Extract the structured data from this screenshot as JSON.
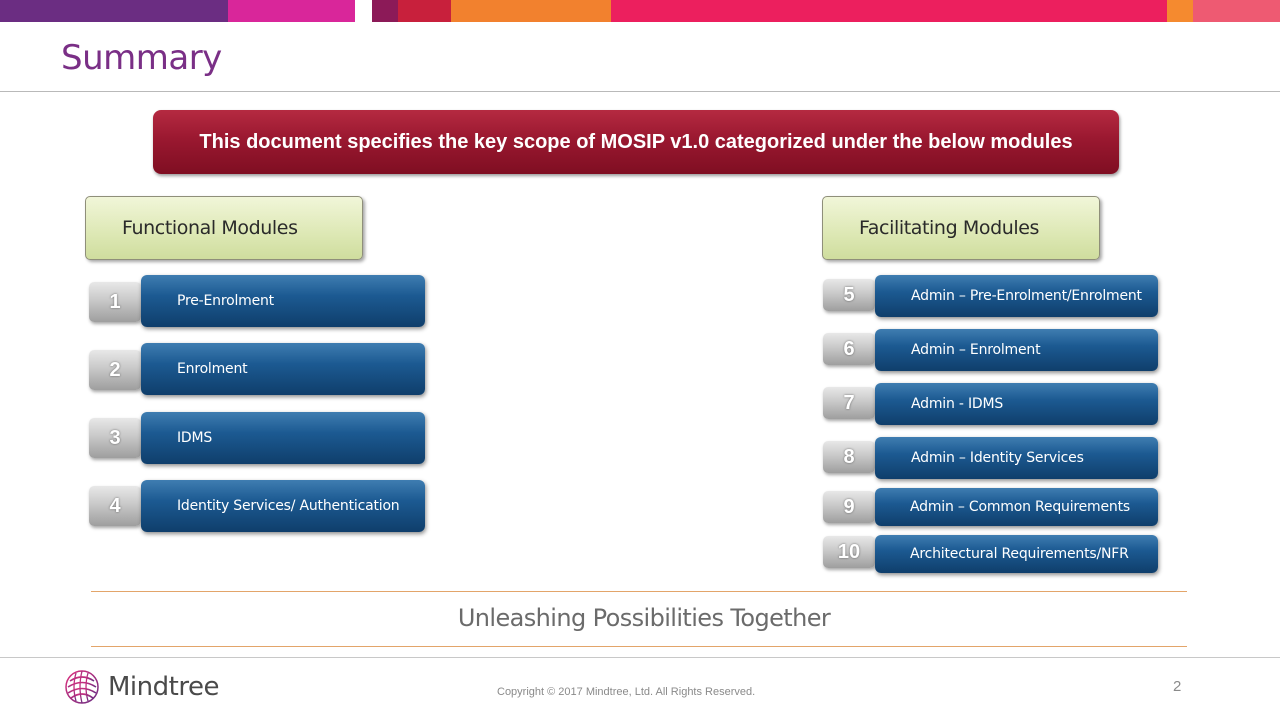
{
  "slide": {
    "title": "Summary",
    "banner_text": "This document specifies the key scope of MOSIP  v1.0 categorized under the below modules",
    "functional": {
      "heading": "Functional Modules",
      "items": [
        {
          "num": "1",
          "label": "Pre-Enrolment"
        },
        {
          "num": "2",
          "label": "Enrolment"
        },
        {
          "num": "3",
          "label": "IDMS"
        },
        {
          "num": "4",
          "label": "Identity Services/ Authentication"
        }
      ]
    },
    "facilitating": {
      "heading": "Facilitating Modules",
      "items": [
        {
          "num": "5",
          "label": "Admin – Pre-Enrolment/Enrolment"
        },
        {
          "num": "6",
          "label": "Admin – Enrolment"
        },
        {
          "num": "7",
          "label": "Admin - IDMS"
        },
        {
          "num": "8",
          "label": "Admin – Identity Services"
        },
        {
          "num": "9",
          "label": "Admin – Common Requirements"
        },
        {
          "num": "10",
          "label": "Architectural Requirements/NFR"
        }
      ]
    },
    "tagline": "Unleashing Possibilities Together",
    "footer": {
      "logo_text": "Mindtree",
      "logo_icon": "mindtree-logo-icon",
      "copyright": "Copyright © 2017 Mindtree, Ltd. All Rights Reserved.",
      "page_number": "2"
    },
    "colors": {
      "title": "#7a2f86",
      "banner": "#9a1830",
      "module_button": "#1c5a92",
      "group_heading": "#dde8b4",
      "accent_line": "#e3a56a"
    }
  }
}
